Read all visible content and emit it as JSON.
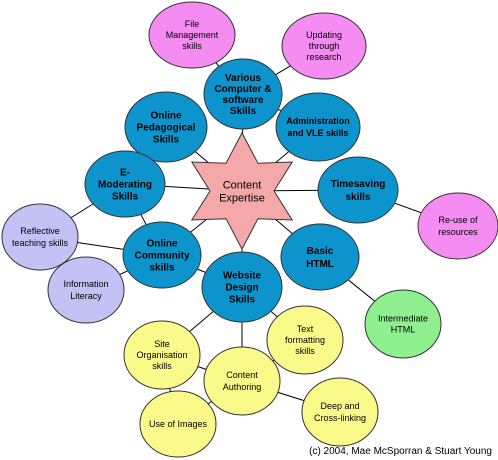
{
  "diagram": {
    "center": {
      "lines": [
        "Content",
        "Expertise"
      ],
      "color": "#f4a8a8"
    },
    "colors": {
      "blue": "#0e94cc",
      "pink": "#f58cf2",
      "lavender": "#c2c2f5",
      "yellow": "#fafa8a",
      "green": "#8ef08e"
    },
    "nodes": {
      "file_management": {
        "lines": [
          "File",
          "Management",
          "skills"
        ]
      },
      "updating_research": {
        "lines": [
          "Updating",
          "through",
          "research"
        ]
      },
      "computer_software": {
        "lines": [
          "Various",
          "Computer &",
          "software",
          "Skills"
        ]
      },
      "administration_vle": {
        "lines": [
          "Administration",
          "and VLE skills"
        ]
      },
      "online_pedagogical": {
        "lines": [
          "Online",
          "Pedagogical",
          "Skills"
        ]
      },
      "e_moderating": {
        "lines": [
          "E-",
          "Moderating",
          "Skills"
        ]
      },
      "timesaving": {
        "lines": [
          "Timesaving",
          "skills"
        ]
      },
      "reuse_resources": {
        "lines": [
          "Re-use of",
          "resources"
        ]
      },
      "reflective_teaching": {
        "lines": [
          "Reflective",
          "teaching skills"
        ]
      },
      "online_community": {
        "lines": [
          "Online",
          "Community",
          "skills"
        ]
      },
      "basic_html": {
        "lines": [
          "Basic",
          "HTML"
        ]
      },
      "information_literacy": {
        "lines": [
          "Information",
          "Literacy"
        ]
      },
      "website_design": {
        "lines": [
          "Website",
          "Design",
          "Skills"
        ]
      },
      "intermediate_html": {
        "lines": [
          "Intermediate",
          "HTML"
        ]
      },
      "site_organisation": {
        "lines": [
          "Site",
          "Organisation",
          "skills"
        ]
      },
      "text_formatting": {
        "lines": [
          "Text",
          "formatting",
          "skills"
        ]
      },
      "content_authoring": {
        "lines": [
          "Content",
          "Authoring"
        ]
      },
      "use_of_images": {
        "lines": [
          "Use of Images"
        ]
      },
      "deep_crosslinking": {
        "lines": [
          "Deep and",
          "Cross-linking"
        ]
      }
    },
    "credit": "(c) 2004, Mae McSporran & Stuart Young"
  }
}
